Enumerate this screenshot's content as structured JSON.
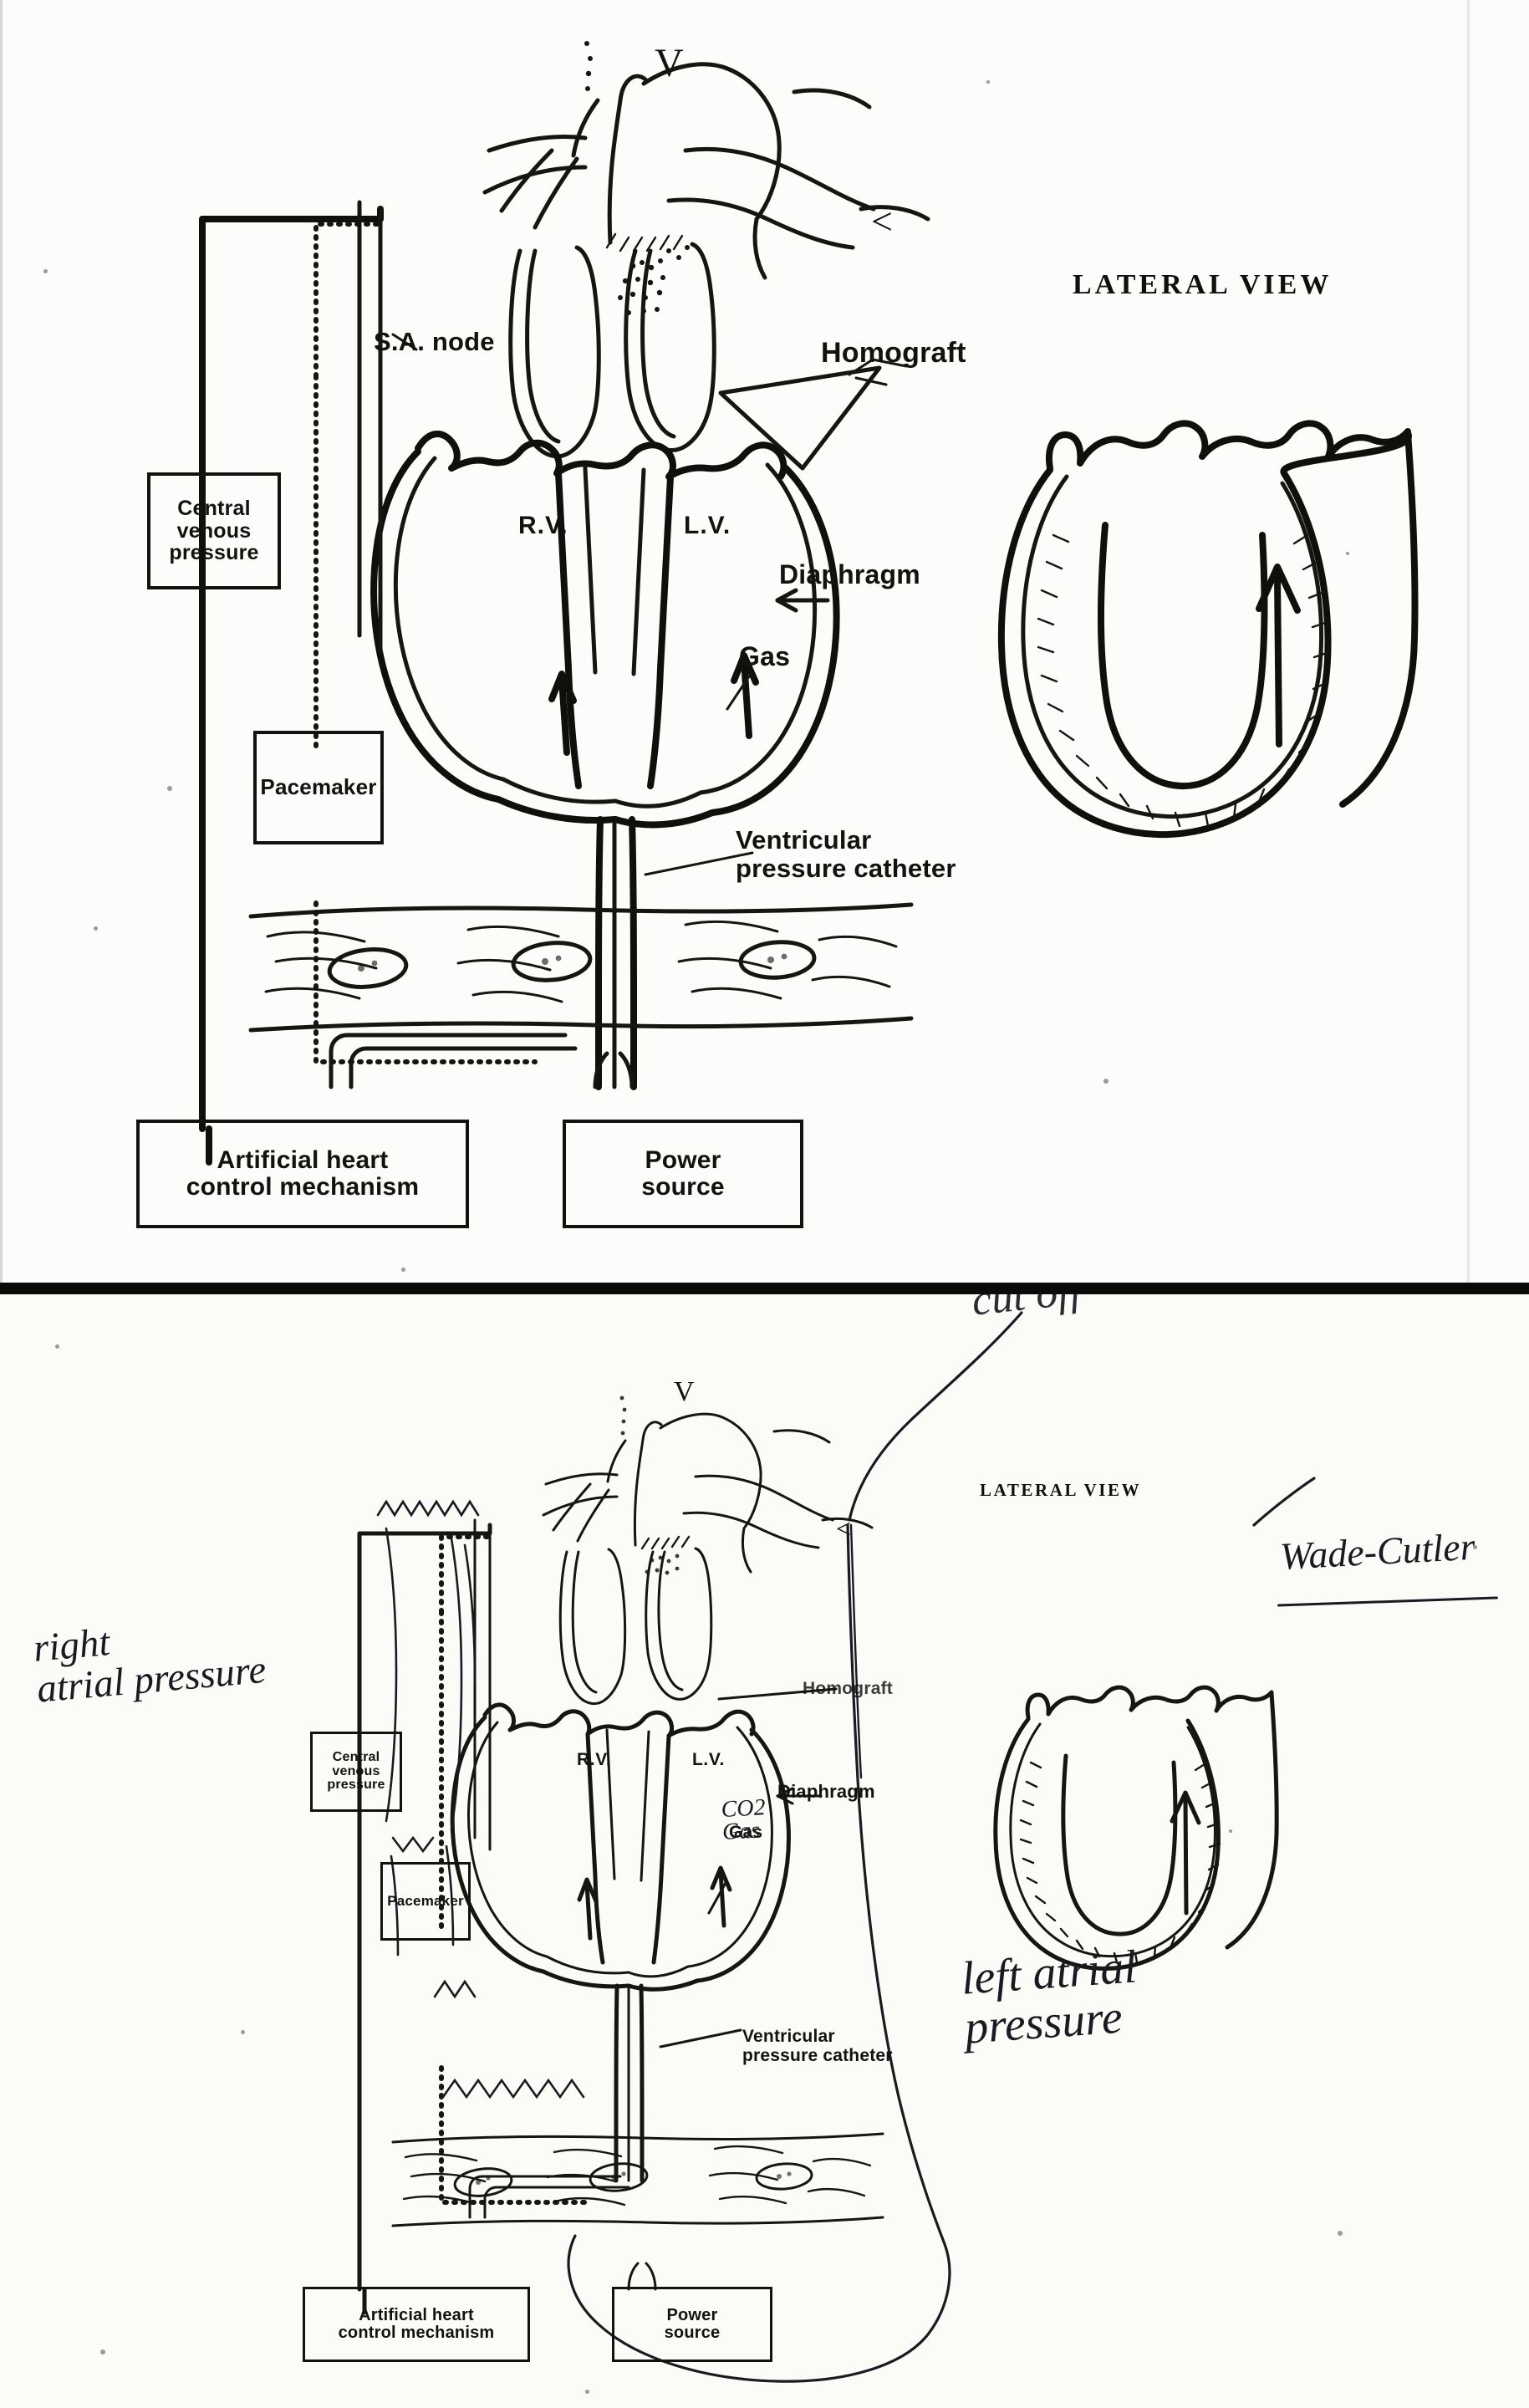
{
  "document": {
    "type": "scanned-surgical-schematic",
    "panels": 2,
    "description": "Two scans of the same artificial-heart / homograft schematic; lower copy carries handwritten annotations."
  },
  "top_panel": {
    "view_title": "LATERAL VIEW",
    "boxes": [
      {
        "id": "central-venous-pressure",
        "label": "Central\nvenous\npressure"
      },
      {
        "id": "pacemaker",
        "label": "Pacemaker"
      },
      {
        "id": "artificial-heart-control-mechanism",
        "label": "Artificial heart\ncontrol mechanism"
      },
      {
        "id": "power-source",
        "label": "Power\nsource"
      }
    ],
    "labels": [
      {
        "id": "sa-node",
        "text": "S.A. node"
      },
      {
        "id": "homograft",
        "text": "Homograft"
      },
      {
        "id": "right-ventricle",
        "text": "R.V."
      },
      {
        "id": "left-ventricle",
        "text": "L.V."
      },
      {
        "id": "diaphragm",
        "text": "Diaphragm"
      },
      {
        "id": "gas",
        "text": "Gas"
      },
      {
        "id": "ventricular-pressure-catheter",
        "text": "Ventricular\npressure catheter"
      }
    ],
    "marks": [
      {
        "id": "vena-cava-marker",
        "text": "V"
      },
      {
        "id": "aorta-marker",
        "text": "<"
      }
    ]
  },
  "bottom_panel": {
    "view_title": "LATERAL VIEW",
    "boxes": [
      {
        "id": "central-venous-pressure",
        "label": "Central\nvenous\npressure"
      },
      {
        "id": "pacemaker",
        "label": "Pacemaker"
      },
      {
        "id": "artificial-heart-control-mechanism",
        "label": "Artificial heart\ncontrol mechanism"
      },
      {
        "id": "power-source",
        "label": "Power\nsource"
      }
    ],
    "labels": [
      {
        "id": "homograft",
        "text": "Homograft"
      },
      {
        "id": "right-ventricle",
        "text": "R.V."
      },
      {
        "id": "left-ventricle",
        "text": "L.V."
      },
      {
        "id": "diaphragm",
        "text": "Diaphragm"
      },
      {
        "id": "gas",
        "text": "Gas"
      },
      {
        "id": "ventricular-pressure-catheter",
        "text": "Ventricular\npressure catheter"
      }
    ],
    "marks": [
      {
        "id": "vena-cava-marker",
        "text": "V"
      },
      {
        "id": "aorta-marker",
        "text": "<"
      }
    ],
    "handwritten_annotations": [
      {
        "id": "right-atrial-pressure-note",
        "text": "right\natrial pressure"
      },
      {
        "id": "left-atrial-pressure-note",
        "text": "left atrial\npressure"
      },
      {
        "id": "wade-cutler-note",
        "text": "Wade-Cutler",
        "underlined": true
      },
      {
        "id": "co2-gas-note",
        "text": "CO2\nGas"
      },
      {
        "id": "top-cut-off-note",
        "text": "cut off"
      }
    ]
  },
  "colors": {
    "ink": "#14120f",
    "paper": "#fbfbf9",
    "handwriting": "#1a1a22",
    "divider": "#0a0a0a"
  }
}
